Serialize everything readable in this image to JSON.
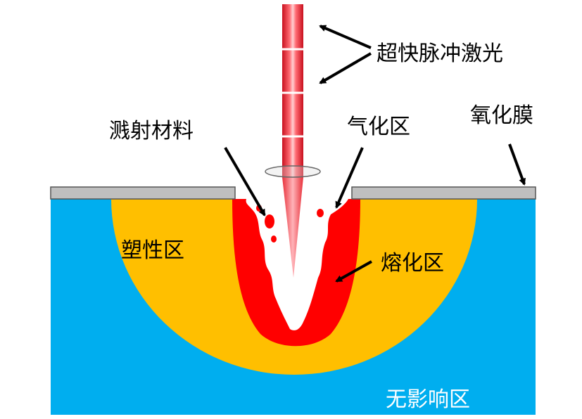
{
  "labels": {
    "laser": "超快脉冲激光",
    "sputter": "溅射材料",
    "vaporization": "气化区",
    "oxide": "氧化膜",
    "plastic": "塑性区",
    "melting": "熔化区",
    "unaffected": "无影响区"
  },
  "colors": {
    "substrate": "#00AEEF",
    "plastic_zone": "#FFBF00",
    "melt_zone": "#FF0000",
    "vapor_zone": "#FFFFFF",
    "oxide_film": "#BFBFBF",
    "laser_beam": "#E8303A",
    "arrow": "#000000"
  }
}
